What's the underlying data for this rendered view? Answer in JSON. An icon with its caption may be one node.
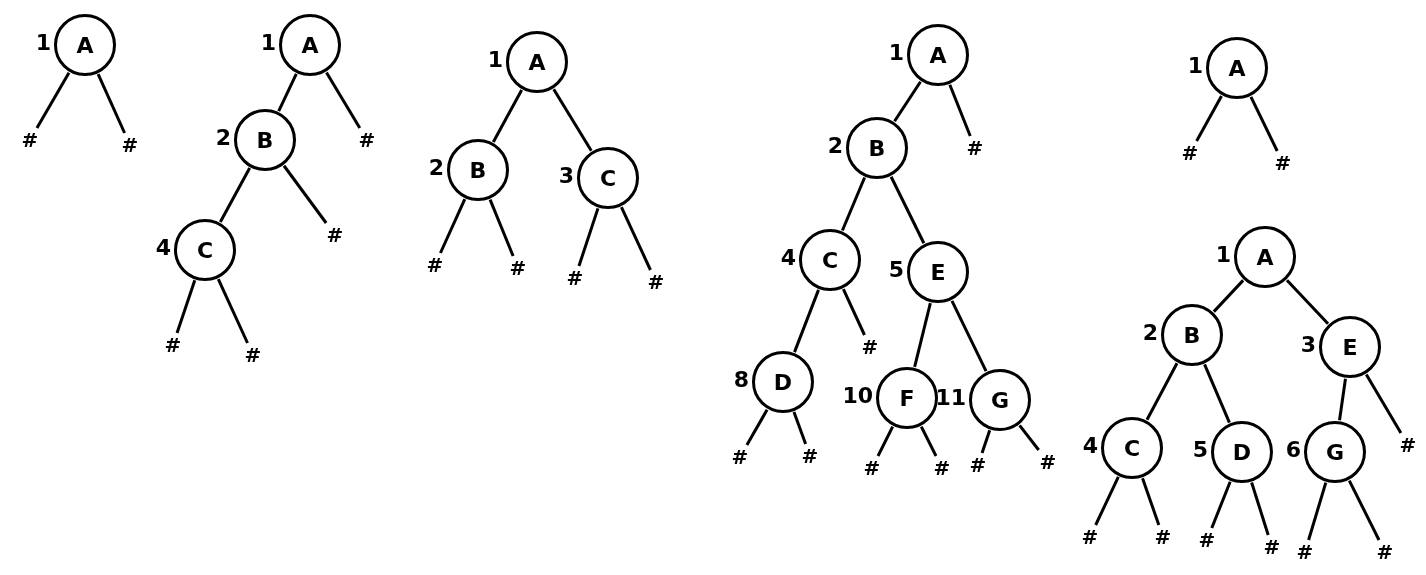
{
  "diagram": {
    "nodes": [
      {
        "text": [
          "A"
        ],
        "beside": [
          "1"
        ]
      },
      {
        "text": [
          "#"
        ]
      },
      {
        "text": [
          "#"
        ]
      },
      {
        "text": [
          "A"
        ],
        "beside": [
          "1"
        ]
      },
      {
        "text": [
          "B"
        ],
        "beside": [
          "2"
        ]
      },
      {
        "text": [
          "C"
        ],
        "beside": [
          "4"
        ]
      },
      {
        "text": [
          "#"
        ]
      },
      {
        "text": [
          "#"
        ]
      },
      {
        "text": [
          "#"
        ]
      },
      {
        "text": [
          "#"
        ]
      },
      {
        "text": [
          "A"
        ],
        "beside": [
          "1"
        ]
      },
      {
        "text": [
          "B"
        ],
        "beside": [
          "2"
        ]
      },
      {
        "text": [
          "#"
        ]
      },
      {
        "text": [
          "#"
        ]
      },
      {
        "text": [
          "C"
        ],
        "beside": [
          "3"
        ]
      },
      {
        "text": [
          "#"
        ]
      },
      {
        "text": [
          "#"
        ]
      },
      {
        "text": [
          "A"
        ],
        "beside": [
          "1"
        ]
      },
      {
        "text": [
          "B"
        ],
        "beside": [
          "2"
        ]
      },
      {
        "text": [
          "C"
        ],
        "beside": [
          "4"
        ]
      },
      {
        "text": [
          "D"
        ],
        "beside": [
          "8"
        ]
      },
      {
        "text": [
          "#"
        ]
      },
      {
        "text": [
          "#"
        ]
      },
      {
        "text": [
          "#"
        ]
      },
      {
        "text": [
          "E"
        ],
        "beside": [
          "5"
        ]
      },
      {
        "text": [
          "F"
        ],
        "beside": [
          "10"
        ]
      },
      {
        "text": [
          "#"
        ]
      },
      {
        "text": [
          "#"
        ]
      },
      {
        "text": [
          "G"
        ],
        "beside": [
          "11"
        ]
      },
      {
        "text": [
          "#"
        ]
      },
      {
        "text": [
          "#"
        ]
      },
      {
        "text": [
          "#"
        ]
      },
      {
        "text": [
          "A"
        ],
        "beside": [
          "1"
        ]
      },
      {
        "text": [
          "#"
        ]
      },
      {
        "text": [
          "#"
        ]
      },
      {
        "text": [
          "A"
        ],
        "beside": [
          "1"
        ]
      },
      {
        "text": [
          "B"
        ],
        "beside": [
          "2"
        ]
      },
      {
        "text": [
          "C"
        ],
        "beside": [
          "4"
        ]
      },
      {
        "text": [
          "#"
        ]
      },
      {
        "text": [
          "#"
        ]
      },
      {
        "text": [
          "D"
        ],
        "beside": [
          "5"
        ]
      },
      {
        "text": [
          "#"
        ]
      },
      {
        "text": [
          "#"
        ]
      },
      {
        "text": [
          "E"
        ],
        "beside": [
          "3"
        ]
      },
      {
        "text": [
          "G"
        ],
        "beside": [
          "6"
        ]
      },
      {
        "text": [
          "#"
        ]
      },
      {
        "text": [
          "#"
        ]
      },
      {
        "text": [
          "#"
        ]
      }
    ],
    "edges": [
      {
        "from": 0,
        "to": 1,
        "arrow": "none"
      },
      {
        "from": 0,
        "to": 2,
        "arrow": "none"
      },
      {
        "from": 3,
        "to": 4,
        "arrow": "none"
      },
      {
        "from": 3,
        "to": 9,
        "arrow": "none"
      },
      {
        "from": 4,
        "to": 5,
        "arrow": "none"
      },
      {
        "from": 4,
        "to": 8,
        "arrow": "none"
      },
      {
        "from": 5,
        "to": 6,
        "arrow": "none"
      },
      {
        "from": 5,
        "to": 7,
        "arrow": "none"
      },
      {
        "from": 10,
        "to": 11,
        "arrow": "none"
      },
      {
        "from": 10,
        "to": 14,
        "arrow": "none"
      },
      {
        "from": 11,
        "to": 12,
        "arrow": "none"
      },
      {
        "from": 11,
        "to": 13,
        "arrow": "none"
      },
      {
        "from": 14,
        "to": 15,
        "arrow": "none"
      },
      {
        "from": 14,
        "to": 16,
        "arrow": "none"
      },
      {
        "from": 17,
        "to": 18,
        "arrow": "none"
      },
      {
        "from": 17,
        "to": 31,
        "arrow": "none"
      },
      {
        "from": 18,
        "to": 19,
        "arrow": "none"
      },
      {
        "from": 18,
        "to": 24,
        "arrow": "none"
      },
      {
        "from": 19,
        "to": 20,
        "arrow": "none"
      },
      {
        "from": 19,
        "to": 23,
        "arrow": "none"
      },
      {
        "from": 20,
        "to": 21,
        "arrow": "none"
      },
      {
        "from": 20,
        "to": 22,
        "arrow": "none"
      },
      {
        "from": 24,
        "to": 25,
        "arrow": "none"
      },
      {
        "from": 24,
        "to": 28,
        "arrow": "none"
      },
      {
        "from": 25,
        "to": 26,
        "arrow": "none"
      },
      {
        "from": 25,
        "to": 27,
        "arrow": "none"
      },
      {
        "from": 28,
        "to": 29,
        "arrow": "none"
      },
      {
        "from": 28,
        "to": 30,
        "arrow": "none"
      },
      {
        "from": 32,
        "to": 33,
        "arrow": "none"
      },
      {
        "from": 32,
        "to": 34,
        "arrow": "none"
      },
      {
        "from": 35,
        "to": 36,
        "arrow": "none"
      },
      {
        "from": 35,
        "to": 43,
        "arrow": "none"
      },
      {
        "from": 36,
        "to": 37,
        "arrow": "none"
      },
      {
        "from": 36,
        "to": 40,
        "arrow": "none"
      },
      {
        "from": 37,
        "to": 38,
        "arrow": "none"
      },
      {
        "from": 37,
        "to": 39,
        "arrow": "none"
      },
      {
        "from": 40,
        "to": 41,
        "arrow": "none"
      },
      {
        "from": 40,
        "to": 42,
        "arrow": "none"
      },
      {
        "from": 43,
        "to": 44,
        "arrow": "none"
      },
      {
        "from": 43,
        "to": 47,
        "arrow": "none"
      },
      {
        "from": 44,
        "to": 45,
        "arrow": "none"
      },
      {
        "from": 44,
        "to": 46,
        "arrow": "none"
      }
    ]
  }
}
